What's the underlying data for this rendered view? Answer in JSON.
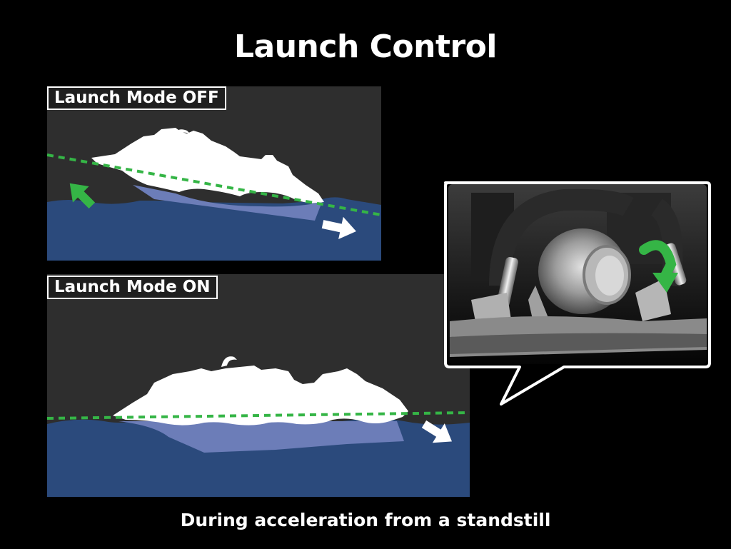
{
  "title": "Launch Control",
  "caption": "During acceleration from a standstill",
  "panels": [
    {
      "id": "off",
      "label": "Launch Mode OFF"
    },
    {
      "id": "on",
      "label": "Launch Mode ON"
    }
  ],
  "colors": {
    "background": "#000000",
    "sky": "#2e2e2e",
    "water": "#2b4a7c",
    "hull_submerged": "#6c7db8",
    "craft": "#ffffff",
    "trim_line": "#35b546",
    "arrow_green": "#35b546",
    "arrow_white": "#ffffff"
  },
  "icons": {
    "pitch_arrow": "arrow-up-left-icon",
    "motion_arrow": "arrow-right-icon",
    "rotation_arrow": "rotate-clockwise-icon"
  }
}
